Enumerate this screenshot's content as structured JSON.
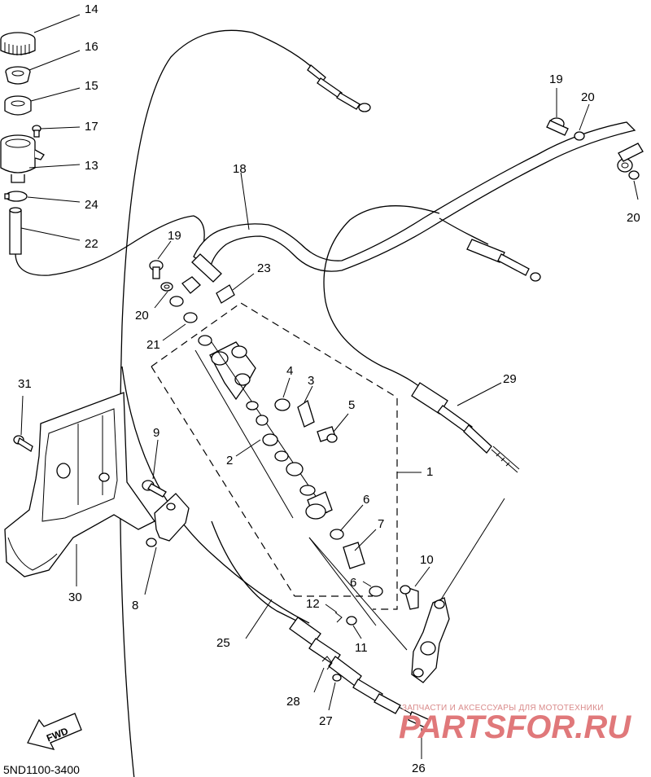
{
  "diagram": {
    "code": "5ND1100-3400",
    "fwd_label": "FWD",
    "watermark": {
      "tagline": "ЗАПЧАСТИ И АКСЕССУАРЫ ДЛЯ МОТОТЕХНИКИ",
      "brand": "PARTSFOR.RU"
    },
    "callouts": [
      {
        "id": "c14",
        "label": "14"
      },
      {
        "id": "c16",
        "label": "16"
      },
      {
        "id": "c15",
        "label": "15"
      },
      {
        "id": "c17",
        "label": "17"
      },
      {
        "id": "c13",
        "label": "13"
      },
      {
        "id": "c24",
        "label": "24"
      },
      {
        "id": "c22",
        "label": "22"
      },
      {
        "id": "c18",
        "label": "18"
      },
      {
        "id": "c19a",
        "label": "19"
      },
      {
        "id": "c20a",
        "label": "20"
      },
      {
        "id": "c20b",
        "label": "20"
      },
      {
        "id": "c19b",
        "label": "19"
      },
      {
        "id": "c23",
        "label": "23"
      },
      {
        "id": "c20c",
        "label": "20"
      },
      {
        "id": "c21",
        "label": "21"
      },
      {
        "id": "c4",
        "label": "4"
      },
      {
        "id": "c3",
        "label": "3"
      },
      {
        "id": "c5",
        "label": "5"
      },
      {
        "id": "c29",
        "label": "29"
      },
      {
        "id": "c31",
        "label": "31"
      },
      {
        "id": "c9",
        "label": "9"
      },
      {
        "id": "c2",
        "label": "2"
      },
      {
        "id": "c1",
        "label": "1"
      },
      {
        "id": "c6a",
        "label": "6"
      },
      {
        "id": "c7",
        "label": "7"
      },
      {
        "id": "c10",
        "label": "10"
      },
      {
        "id": "c6b",
        "label": "6"
      },
      {
        "id": "c30",
        "label": "30"
      },
      {
        "id": "c8",
        "label": "8"
      },
      {
        "id": "c12",
        "label": "12"
      },
      {
        "id": "c11",
        "label": "11"
      },
      {
        "id": "c25",
        "label": "25"
      },
      {
        "id": "c28",
        "label": "28"
      },
      {
        "id": "c27",
        "label": "27"
      },
      {
        "id": "c26",
        "label": "26"
      }
    ]
  }
}
